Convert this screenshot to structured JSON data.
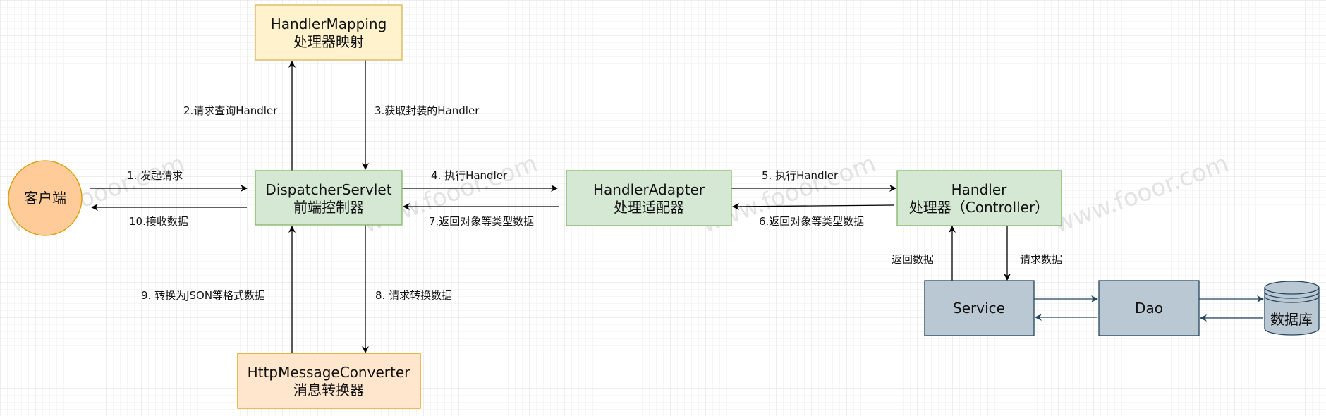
{
  "nodes": {
    "client": {
      "label": "客户端"
    },
    "handler_mapping": {
      "line1": "HandlerMapping",
      "line2": "处理器映射"
    },
    "dispatcher": {
      "line1": "DispatcherServlet",
      "line2": "前端控制器"
    },
    "handler_adapter": {
      "line1": "HandlerAdapter",
      "line2": "处理适配器"
    },
    "handler": {
      "line1": "Handler",
      "line2": "处理器（Controller）"
    },
    "converter": {
      "line1": "HttpMessageConverter",
      "line2": "消息转换器"
    },
    "service": {
      "label": "Service"
    },
    "dao": {
      "label": "Dao"
    },
    "database": {
      "label": "数据库"
    }
  },
  "edges": {
    "e1": "1. 发起请求",
    "e2": "2.请求查询Handler",
    "e3": "3.获取封装的Handler",
    "e4": "4. 执行Handler",
    "e5": "5. 执行Handler",
    "e6": "6.返回对象等类型数据",
    "e7": "7.返回对象等类型数据",
    "e8": "8. 请求转换数据",
    "e9": "9. 转换为JSON等格式数据",
    "e10": "10.接收数据",
    "return_data": "返回数据",
    "request_data": "请求数据"
  },
  "watermark": "www.fooor.com",
  "colors": {
    "yellow_fill": "#fff2cc",
    "yellow_stroke": "#d6b656",
    "green_fill": "#d5e8d4",
    "green_stroke": "#82b366",
    "orange_fill": "#ffe6cc",
    "orange_stroke": "#d79b00",
    "circle_fill": "#ffcc99",
    "blue_fill": "#bac8d3",
    "blue_stroke": "#23445d"
  }
}
